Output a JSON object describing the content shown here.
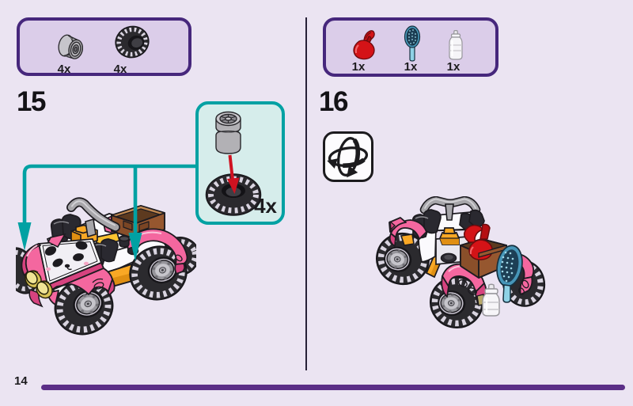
{
  "page": {
    "number": "14",
    "background_color": "#ebe4f2",
    "footer_bar_color": "#5b2e87"
  },
  "left_step": {
    "number": "15",
    "parts_box": {
      "items": [
        {
          "part": "wheel-hub",
          "count": "4x"
        },
        {
          "part": "tire",
          "count": "4x"
        }
      ]
    },
    "callout": {
      "count": "4x",
      "parts": [
        "wheel-hub",
        "tire"
      ],
      "border_color": "#01a1a3",
      "fill_color": "#d6edeb"
    }
  },
  "right_step": {
    "number": "16",
    "parts_box": {
      "items": [
        {
          "part": "apple",
          "count": "1x"
        },
        {
          "part": "hairbrush",
          "count": "1x"
        },
        {
          "part": "baby-bottle",
          "count": "1x"
        }
      ]
    },
    "rotate_symbol": "turn-model-around"
  },
  "colors": {
    "parts_box_fill": "#dbcde9",
    "parts_box_border": "#46277c",
    "vehicle_pink": "#f4679f",
    "vehicle_pink_dark": "#d6437f",
    "vehicle_orange": "#f9a825",
    "crate_brown": "#a2613b",
    "tire_black": "#2b2a2e",
    "hub_grey": "#c6c5cb",
    "headlight_lime": "#d3d855",
    "apple_red": "#d41317",
    "brush_blue": "#1d3f55",
    "brush_handle_blue": "#8fd2e6",
    "arrow_red": "#cf1220",
    "connector_teal": "#01a1a3"
  }
}
